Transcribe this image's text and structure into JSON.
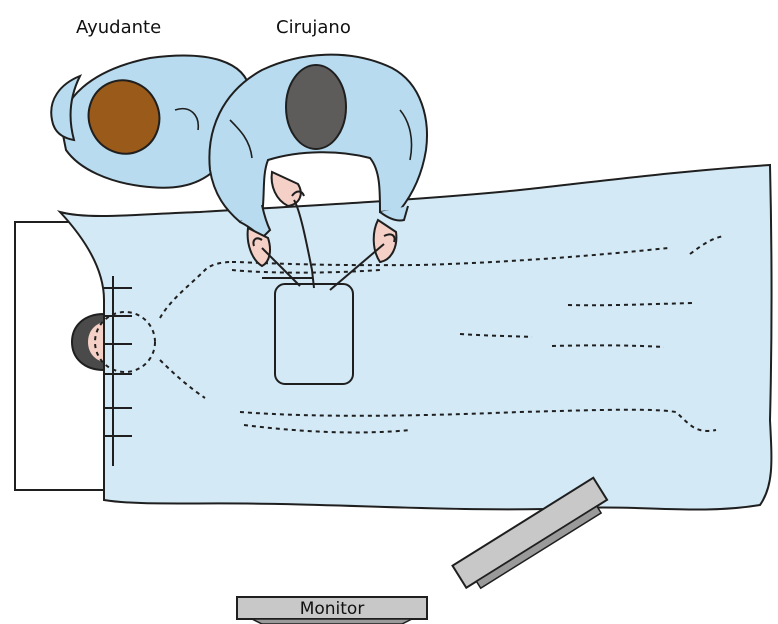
{
  "labels": {
    "assistant": "Ayudante",
    "surgeon": "Cirujano",
    "monitor": "Monitor"
  },
  "colors": {
    "drape": "#d3e9f6",
    "gown": "#b8dbef",
    "outline": "#1f1f1f",
    "assistant_head": "#9a5a1a",
    "surgeon_head": "#5e5b5b",
    "screen": "#c8c8c8",
    "patient_skin": "#f4d0c6",
    "patient_hair": "#4a4a4a"
  },
  "icons": {
    "surgical_field": "rectangle-incision-window",
    "instrument": "laparoscopic-grasper"
  }
}
